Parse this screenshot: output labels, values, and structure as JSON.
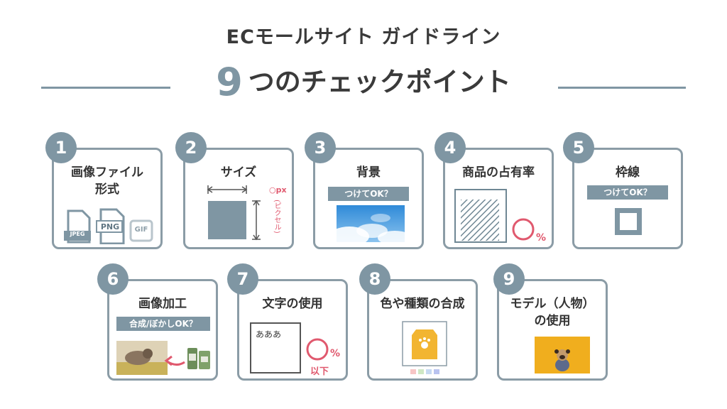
{
  "header": {
    "supertitle": "ECモールサイト ガイドライン",
    "title_number": "9",
    "title_text": "つのチェックポイント"
  },
  "cards": [
    {
      "number": "1",
      "title_line1": "画像ファイル",
      "title_line2": "形式",
      "icons": [
        "jpeg-file-icon",
        "png-file-icon",
        "gif-file-icon"
      ],
      "labels": [
        "JPEG",
        "PNG",
        "GIF"
      ]
    },
    {
      "number": "2",
      "title": "サイズ",
      "unit": "○px",
      "unit_note": "(ピクセル)"
    },
    {
      "number": "3",
      "title": "背景",
      "bar": "つけてOK？"
    },
    {
      "number": "4",
      "title": "商品の占有率",
      "percent": "%"
    },
    {
      "number": "5",
      "title": "枠線",
      "bar": "つけてOK？"
    },
    {
      "number": "6",
      "title": "画像加工",
      "bar": "合成/ぼかしOK？"
    },
    {
      "number": "7",
      "title": "文字の使用",
      "sample": "あああ",
      "percent": "%",
      "below": "以下"
    },
    {
      "number": "8",
      "title": "色や種類の合成"
    },
    {
      "number": "9",
      "title_line1": "モデル（人物）",
      "title_line2": "の使用"
    }
  ],
  "colors": {
    "accent": "#7f96a3",
    "border": "#8b9ca6",
    "pink": "#e0596e",
    "text": "#3a3a3a"
  }
}
